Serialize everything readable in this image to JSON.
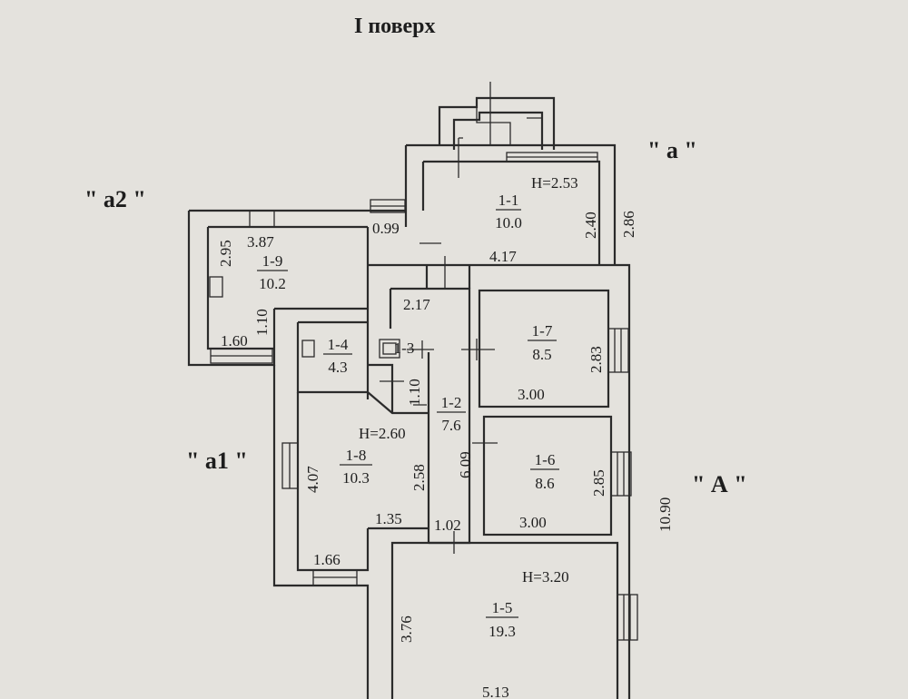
{
  "title": "I поверх",
  "sections": {
    "a": "\" a \"",
    "a2": "\" а2 \"",
    "a1": "\" а1 \"",
    "A": "\" А \""
  },
  "rooms": [
    {
      "id": "1-1",
      "area": "10.0"
    },
    {
      "id": "1-9",
      "area": "10.2"
    },
    {
      "id": "1-4",
      "area": "4.3"
    },
    {
      "id": "1-3",
      "area": ""
    },
    {
      "id": "1-7",
      "area": "8.5"
    },
    {
      "id": "1-2",
      "area": "7.6"
    },
    {
      "id": "1-8",
      "area": "10.3"
    },
    {
      "id": "1-6",
      "area": "8.6"
    },
    {
      "id": "1-5",
      "area": "19.3"
    }
  ],
  "heights": {
    "h1": "H=2.53",
    "h2": "H=2.60",
    "h3": "H=3.20"
  },
  "dims": {
    "d240": "2.40",
    "d286": "2.86",
    "d417": "4.17",
    "d099": "0.99",
    "d387": "3.87",
    "d295": "2.95",
    "d110a": "1.10",
    "d160": "1.60",
    "d217": "2.17",
    "d283": "2.83",
    "d300a": "3.00",
    "d110b": "1.10",
    "d407": "4.07",
    "d258": "2.58",
    "d609": "6.09",
    "d285": "2.85",
    "d300b": "3.00",
    "d1090": "10.90",
    "d135": "1.35",
    "d102": "1.02",
    "d166": "1.66",
    "d376": "3.76",
    "d513": "5.13"
  }
}
